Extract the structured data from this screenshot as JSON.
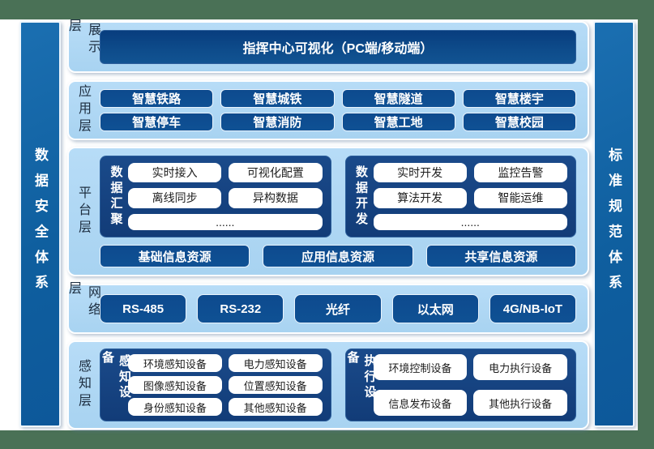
{
  "colors": {
    "background_green": "#4a7156",
    "canvas_white": "#ffffff",
    "panel_light_blue": "#aad5f3",
    "side_bar_blue": "#1167aa",
    "button_navy": "#0d4c92",
    "group_navy": "#15417f",
    "text_on_dark": "#ffffff",
    "text_on_light": "#1d2e40"
  },
  "side_bars": {
    "left_label": "数据安全体系",
    "right_label": "标准规范体系"
  },
  "layers": {
    "presentation": {
      "label": "展示层",
      "title": "指挥中心可视化（PC端/移动端）"
    },
    "application": {
      "label": "应用层",
      "buttons": [
        "智慧铁路",
        "智慧城铁",
        "智慧隧道",
        "智慧楼宇",
        "智慧停车",
        "智慧消防",
        "智慧工地",
        "智慧校园"
      ]
    },
    "platform": {
      "label": "平台层",
      "groups": [
        {
          "label": "数据汇聚",
          "items": [
            "实时接入",
            "可视化配置",
            "离线同步",
            "异构数据"
          ],
          "more": "......"
        },
        {
          "label": "数据开发",
          "items": [
            "实时开发",
            "监控告警",
            "算法开发",
            "智能运维"
          ],
          "more": "......"
        }
      ],
      "resources": [
        "基础信息资源",
        "应用信息资源",
        "共享信息资源"
      ]
    },
    "network": {
      "label": "网络层",
      "buttons": [
        "RS-485",
        "RS-232",
        "光纤",
        "以太网",
        "4G/NB-IoT"
      ]
    },
    "perception": {
      "label": "感知层",
      "groups": [
        {
          "label": "感知设备",
          "items": [
            "环境感知设备",
            "电力感知设备",
            "图像感知设备",
            "位置感知设备",
            "身份感知设备",
            "其他感知设备"
          ]
        },
        {
          "label": "执行设备",
          "items": [
            "环境控制设备",
            "电力执行设备",
            "信息发布设备",
            "其他执行设备"
          ]
        }
      ]
    }
  }
}
